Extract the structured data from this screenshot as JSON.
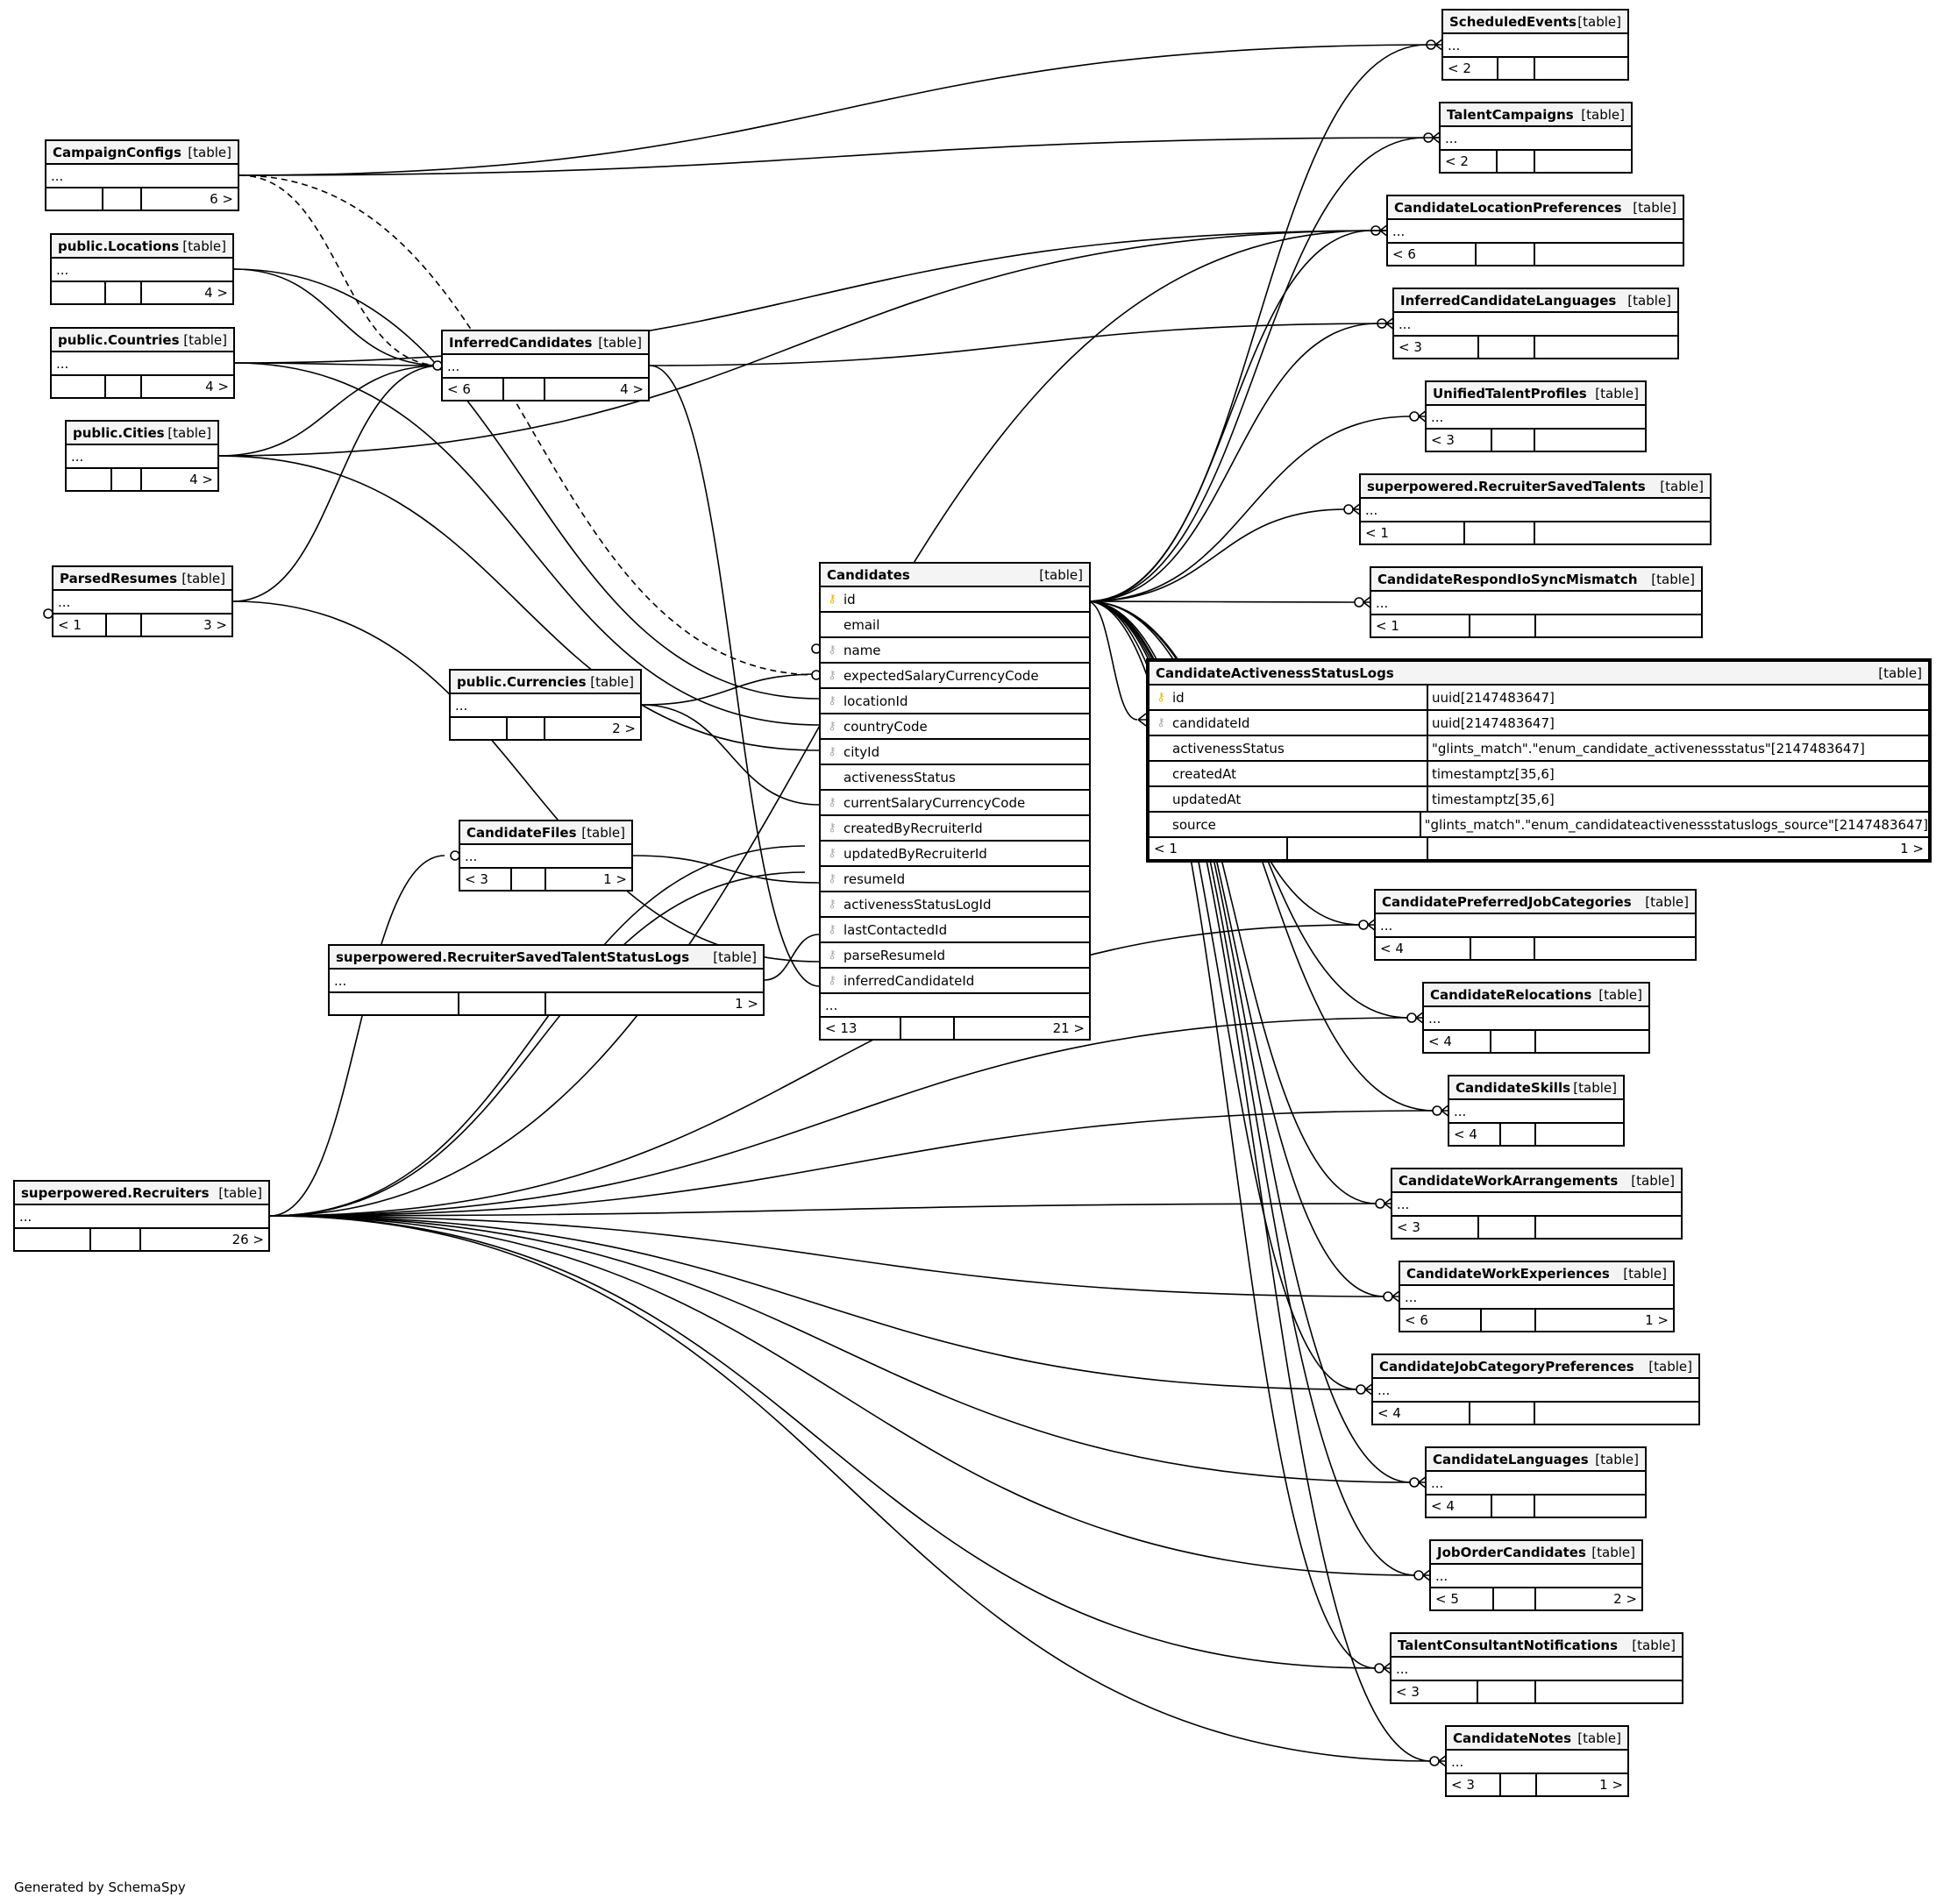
{
  "generated_by": "Generated by SchemaSpy",
  "tag": "[table]",
  "tables": {
    "ScheduledEvents": {
      "name": "ScheduledEvents",
      "ellipsis": "...",
      "foot": [
        "< 2",
        "",
        ""
      ]
    },
    "TalentCampaigns": {
      "name": "TalentCampaigns",
      "ellipsis": "...",
      "foot": [
        "< 2",
        "",
        ""
      ]
    },
    "CandidateLocationPreferences": {
      "name": "CandidateLocationPreferences",
      "ellipsis": "...",
      "foot": [
        "< 6",
        "",
        ""
      ]
    },
    "InferredCandidateLanguages": {
      "name": "InferredCandidateLanguages",
      "ellipsis": "...",
      "foot": [
        "< 3",
        "",
        ""
      ]
    },
    "UnifiedTalentProfiles": {
      "name": "UnifiedTalentProfiles",
      "ellipsis": "...",
      "foot": [
        "< 3",
        "",
        ""
      ]
    },
    "RecruiterSavedTalents": {
      "name": "superpowered.RecruiterSavedTalents",
      "ellipsis": "...",
      "foot": [
        "< 1",
        "",
        ""
      ]
    },
    "CandidateRespondIoSyncMismatch": {
      "name": "CandidateRespondIoSyncMismatch",
      "ellipsis": "...",
      "foot": [
        "< 1",
        "",
        ""
      ]
    },
    "CandidatePreferredJobCategories": {
      "name": "CandidatePreferredJobCategories",
      "ellipsis": "...",
      "foot": [
        "< 4",
        "",
        ""
      ]
    },
    "CandidateRelocations": {
      "name": "CandidateRelocations",
      "ellipsis": "...",
      "foot": [
        "< 4",
        "",
        ""
      ]
    },
    "CandidateSkills": {
      "name": "CandidateSkills",
      "ellipsis": "...",
      "foot": [
        "< 4",
        "",
        ""
      ]
    },
    "CandidateWorkArrangements": {
      "name": "CandidateWorkArrangements",
      "ellipsis": "...",
      "foot": [
        "< 3",
        "",
        ""
      ]
    },
    "CandidateWorkExperiences": {
      "name": "CandidateWorkExperiences",
      "ellipsis": "...",
      "foot": [
        "< 6",
        "",
        "1 >"
      ]
    },
    "CandidateJobCategoryPreferences": {
      "name": "CandidateJobCategoryPreferences",
      "ellipsis": "...",
      "foot": [
        "< 4",
        "",
        ""
      ]
    },
    "CandidateLanguages": {
      "name": "CandidateLanguages",
      "ellipsis": "...",
      "foot": [
        "< 4",
        "",
        ""
      ]
    },
    "JobOrderCandidates": {
      "name": "JobOrderCandidates",
      "ellipsis": "...",
      "foot": [
        "< 5",
        "",
        "2 >"
      ]
    },
    "TalentConsultantNotifications": {
      "name": "TalentConsultantNotifications",
      "ellipsis": "...",
      "foot": [
        "< 3",
        "",
        ""
      ]
    },
    "CandidateNotes": {
      "name": "CandidateNotes",
      "ellipsis": "...",
      "foot": [
        "< 3",
        "",
        "1 >"
      ]
    },
    "CampaignConfigs": {
      "name": "CampaignConfigs",
      "ellipsis": "...",
      "foot": [
        "",
        "",
        "6 >"
      ]
    },
    "Locations": {
      "name": "public.Locations",
      "ellipsis": "...",
      "foot": [
        "",
        "",
        "4 >"
      ]
    },
    "Countries": {
      "name": "public.Countries",
      "ellipsis": "...",
      "foot": [
        "",
        "",
        "4 >"
      ]
    },
    "Cities": {
      "name": "public.Cities",
      "ellipsis": "...",
      "foot": [
        "",
        "",
        "4 >"
      ]
    },
    "InferredCandidates": {
      "name": "InferredCandidates",
      "ellipsis": "...",
      "foot": [
        "< 6",
        "",
        "4 >"
      ]
    },
    "ParsedResumes": {
      "name": "ParsedResumes",
      "ellipsis": "...",
      "foot": [
        "< 1",
        "",
        "3 >"
      ]
    },
    "Currencies": {
      "name": "public.Currencies",
      "ellipsis": "...",
      "foot": [
        "",
        "",
        "2 >"
      ]
    },
    "CandidateFiles": {
      "name": "CandidateFiles",
      "ellipsis": "...",
      "foot": [
        "< 3",
        "",
        "1 >"
      ]
    },
    "RecruiterSavedTalentStatusLogs": {
      "name": "superpowered.RecruiterSavedTalentStatusLogs",
      "ellipsis": "...",
      "foot": [
        "",
        "",
        "1 >"
      ]
    },
    "Recruiters": {
      "name": "superpowered.Recruiters",
      "ellipsis": "...",
      "foot": [
        "",
        "",
        "26 >"
      ]
    }
  },
  "candidates": {
    "name": "Candidates",
    "fields": [
      {
        "name": "id",
        "key": "pk"
      },
      {
        "name": "email",
        "key": ""
      },
      {
        "name": "name",
        "key": "fk"
      },
      {
        "name": "expectedSalaryCurrencyCode",
        "key": "fk"
      },
      {
        "name": "locationId",
        "key": "fk"
      },
      {
        "name": "countryCode",
        "key": "fk"
      },
      {
        "name": "cityId",
        "key": "fk"
      },
      {
        "name": "activenessStatus",
        "key": ""
      },
      {
        "name": "currentSalaryCurrencyCode",
        "key": "fk"
      },
      {
        "name": "createdByRecruiterId",
        "key": "fk"
      },
      {
        "name": "updatedByRecruiterId",
        "key": "fk"
      },
      {
        "name": "resumeId",
        "key": "fk"
      },
      {
        "name": "activenessStatusLogId",
        "key": "fk"
      },
      {
        "name": "lastContactedId",
        "key": "fk"
      },
      {
        "name": "parseResumeId",
        "key": "fk"
      },
      {
        "name": "inferredCandidateId",
        "key": "fk"
      }
    ],
    "ellipsis": "...",
    "foot": [
      "< 13",
      "",
      "21 >"
    ]
  },
  "activeness": {
    "name": "CandidateActivenessStatusLogs",
    "fields": [
      {
        "name": "id",
        "type": "uuid[2147483647]",
        "key": "pk"
      },
      {
        "name": "candidateId",
        "type": "uuid[2147483647]",
        "key": "fk"
      },
      {
        "name": "activenessStatus",
        "type": "\"glints_match\".\"enum_candidate_activenessstatus\"[2147483647]",
        "key": ""
      },
      {
        "name": "createdAt",
        "type": "timestamptz[35,6]",
        "key": ""
      },
      {
        "name": "updatedAt",
        "type": "timestamptz[35,6]",
        "key": ""
      },
      {
        "name": "source",
        "type": "\"glints_match\".\"enum_candidateactivenessstatuslogs_source\"[2147483647]",
        "key": ""
      }
    ],
    "foot": [
      "< 1",
      "",
      "1 >"
    ]
  }
}
